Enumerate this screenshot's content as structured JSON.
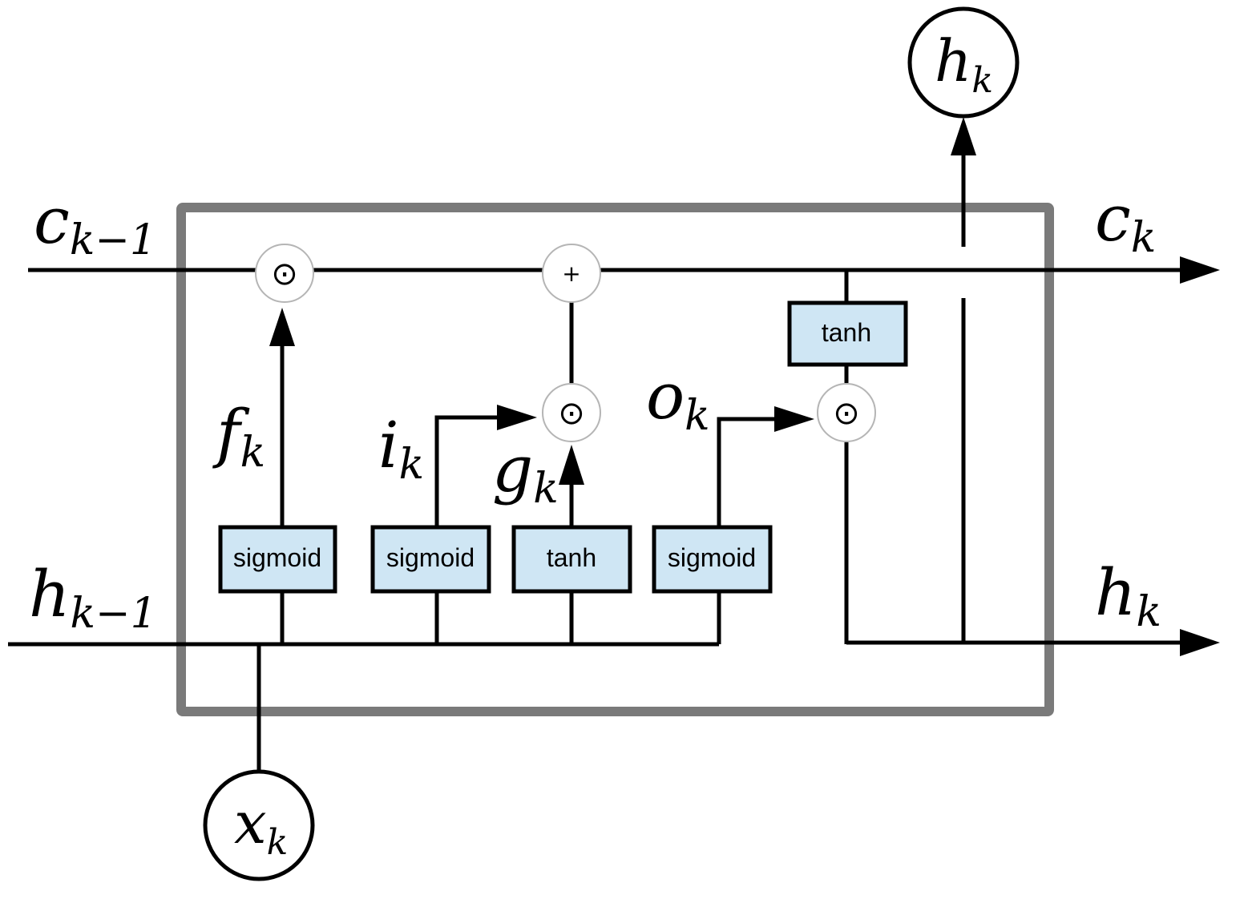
{
  "colors": {
    "gate_fill": "#cfe6f4",
    "frame": "#7a7a7a",
    "line": "#000000",
    "op_circle_stroke": "#b5b5b5"
  },
  "labels": {
    "c_prev": {
      "base": "c",
      "sub": "k−1"
    },
    "c_next": {
      "base": "c",
      "sub": "k"
    },
    "h_prev": {
      "base": "h",
      "sub": "k−1"
    },
    "h_next": {
      "base": "h",
      "sub": "k"
    },
    "h_top": {
      "base": "h",
      "sub": "k"
    },
    "x_in": {
      "base": "x",
      "sub": "k"
    },
    "f": {
      "base": "f",
      "sub": "k"
    },
    "i": {
      "base": "i",
      "sub": "k"
    },
    "g": {
      "base": "g",
      "sub": "k"
    },
    "o": {
      "base": "o",
      "sub": "k"
    }
  },
  "gates": {
    "forget": "sigmoid",
    "input": "sigmoid",
    "candidate": "tanh",
    "output": "sigmoid",
    "cell_out": "tanh"
  },
  "ops": {
    "multiply": "⊙",
    "add": "+"
  }
}
